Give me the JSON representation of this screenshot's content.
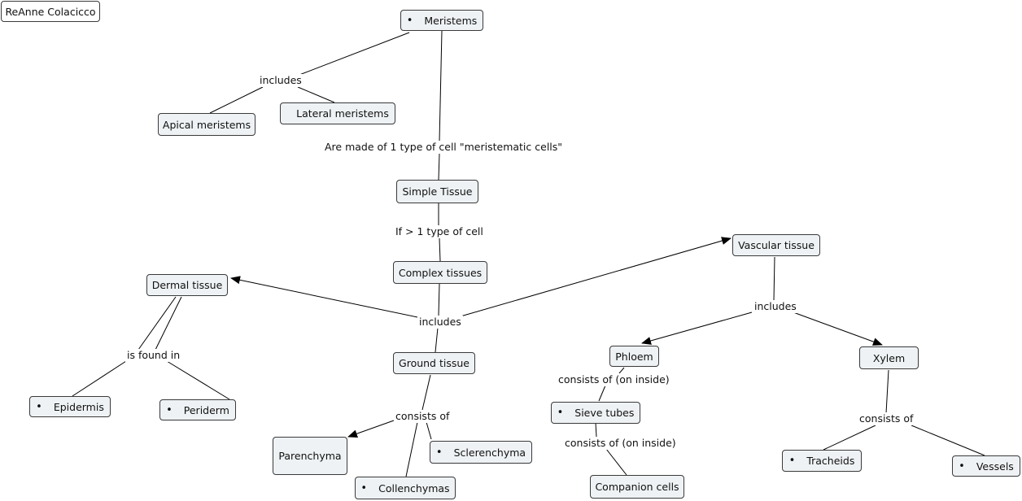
{
  "author": "ReAnne Colacicco",
  "nodes": {
    "meristems": "Meristems",
    "apical_meristems": "Apical meristems",
    "lateral_meristems": "Lateral meristems",
    "simple_tissue": "Simple Tissue",
    "complex_tissues": "Complex tissues",
    "dermal_tissue": "Dermal tissue",
    "vascular_tissue": "Vascular tissue",
    "ground_tissue": "Ground tissue",
    "epidermis": "Epidermis",
    "periderm": "Periderm",
    "parenchyma": "Parenchyma",
    "sclerenchyma": "Sclerenchyma",
    "collenchymas": "Collenchymas",
    "phloem": "Phloem",
    "xylem": "Xylem",
    "sieve_tubes": "Sieve tubes",
    "companion_cells": "Companion cells",
    "tracheids": "Tracheids",
    "vessels": "Vessels"
  },
  "links": {
    "meristems_includes": "includes",
    "made_of": "Are made of 1 type of cell \"meristematic cells\"",
    "if_more": "If > 1 type of cell",
    "complex_includes": "includes",
    "is_found_in": "is found in",
    "ground_consists_of": "consists of",
    "vascular_includes": "includes",
    "phloem_consists": "consists of (on inside)",
    "sieve_consists": "consists of (on inside)",
    "xylem_consists": "consists of"
  },
  "bullet": "•"
}
